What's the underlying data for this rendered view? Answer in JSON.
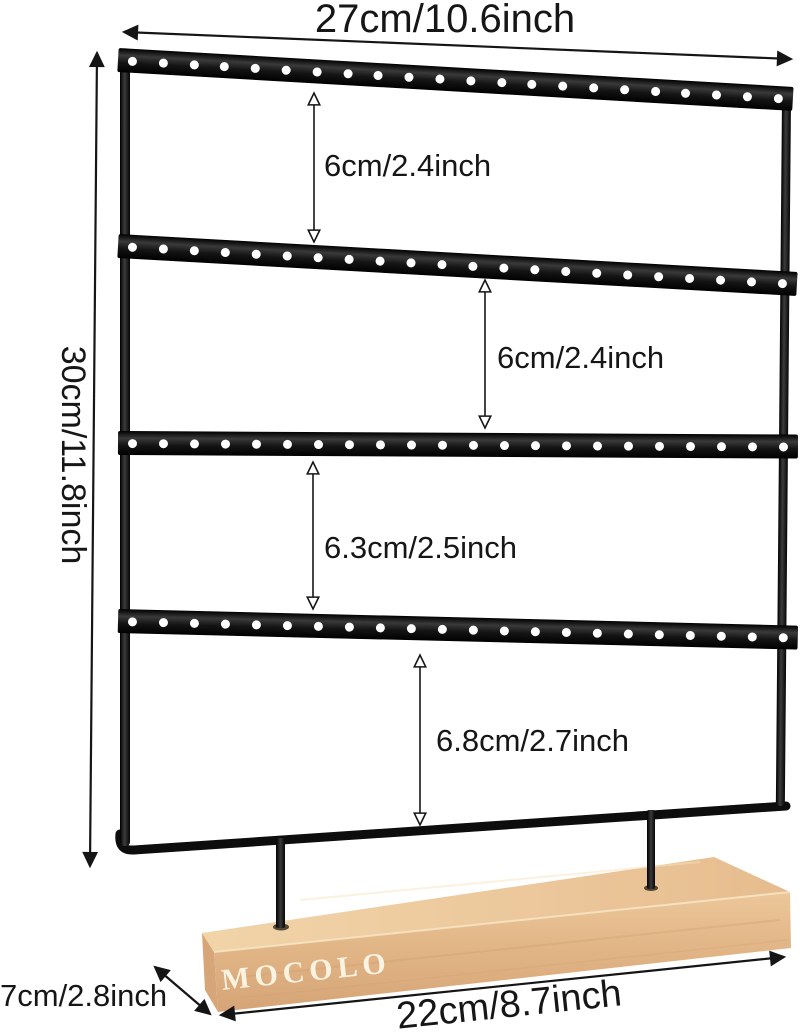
{
  "product": {
    "type_label": "earring display stand diagram",
    "brand": "MOCOLO",
    "bars": {
      "count": 4,
      "holes_per_bar": 22
    },
    "colors": {
      "frame": "#111111",
      "hole": "#ffffff",
      "wood_top": "#eeceA2",
      "wood_front": "#e2b687",
      "wood_side": "#d7a678",
      "brand_text": "#fbf3e2",
      "dimension_lines": "#151515",
      "label_text": "#161616",
      "background": "#ffffff"
    }
  },
  "dimensions": {
    "top_width": "27cm/10.6inch",
    "left_height": "30cm/11.8inch",
    "row_gap_1": "6cm/2.4inch",
    "row_gap_2": "6cm/2.4inch",
    "row_gap_3": "6.3cm/2.5inch",
    "row_gap_4": "6.8cm/2.7inch",
    "base_depth": "7cm/2.8inch",
    "base_width": "22cm/8.7inch"
  }
}
